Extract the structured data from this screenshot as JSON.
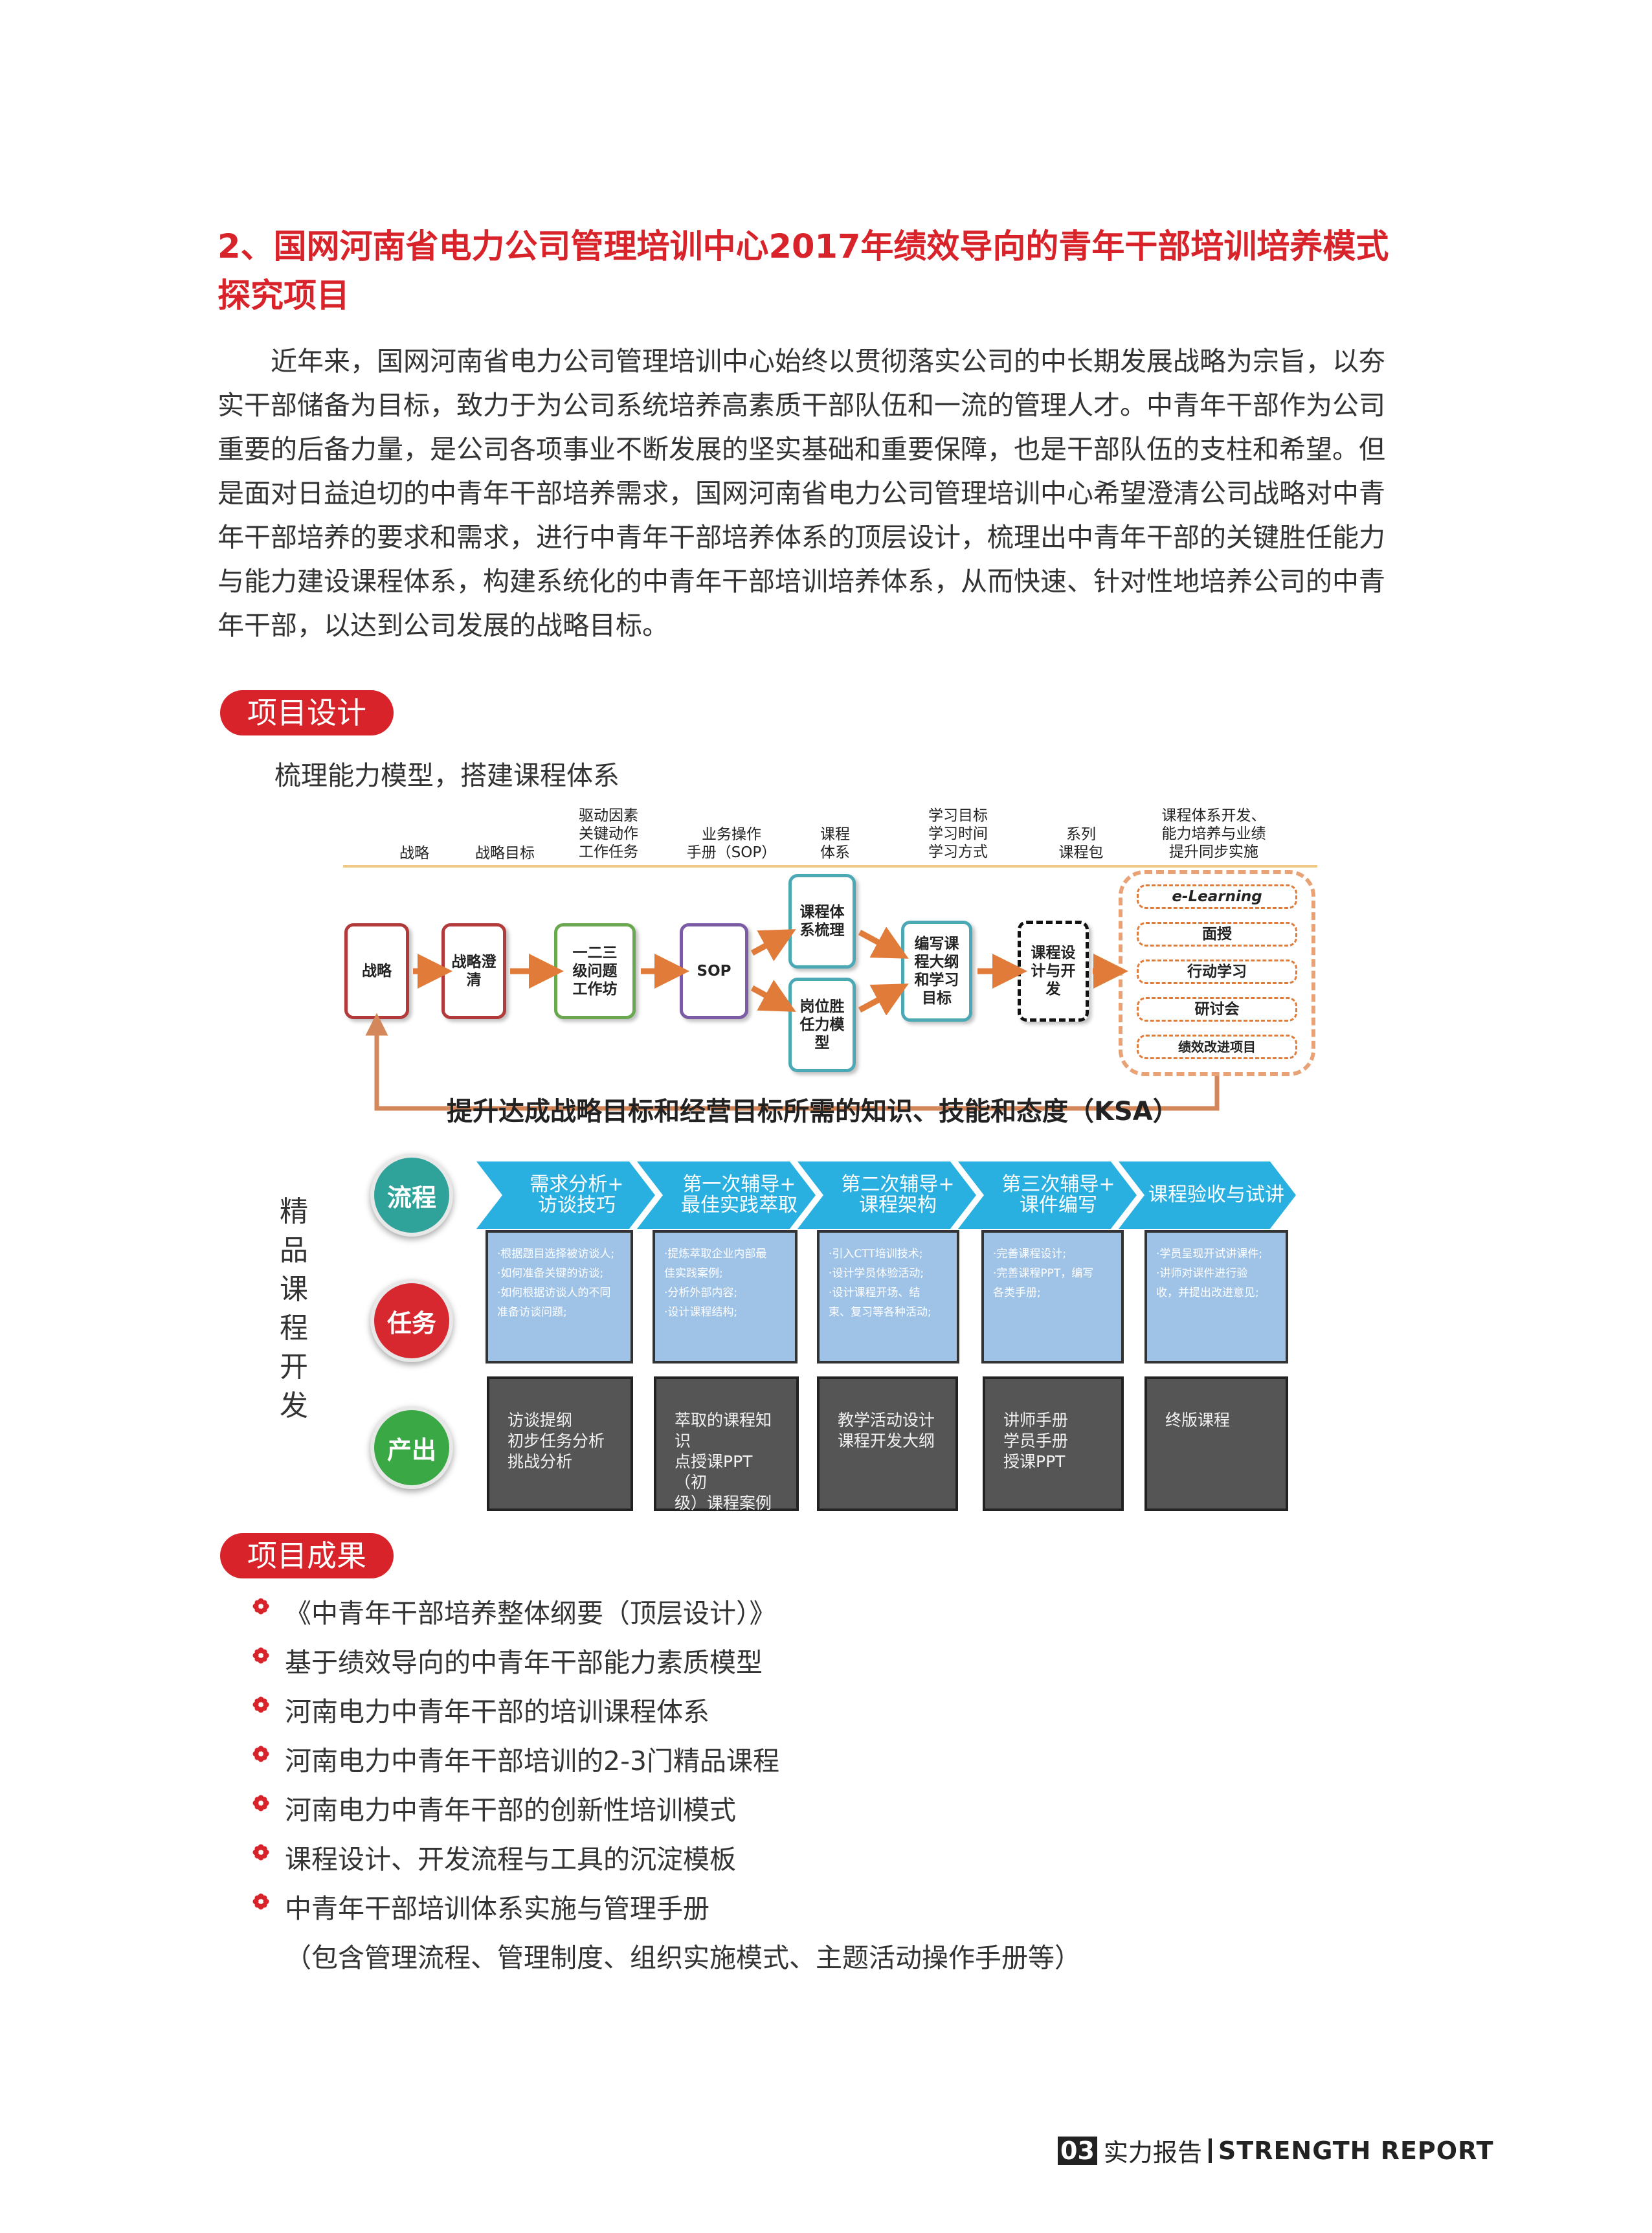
{
  "title_lines": [
    "2、国网河南省电力公司管理培训中心2017年绩效导向的青年干部培训培养模式",
    "探究项目"
  ],
  "paragraph_lines": [
    "　　近年来，国网河南省电力公司管理培训中心始终以贯彻落实公司的中长期发展战略为宗旨，以夯",
    "实干部储备为目标，致力于为公司系统培养高素质干部队伍和一流的管理人才。中青年干部作为公司",
    "重要的后备力量，是公司各项事业不断发展的坚实基础和重要保障，也是干部队伍的支柱和希望。但",
    "是面对日益迫切的中青年干部培养需求，国网河南省电力公司管理培训中心希望澄清公司战略对中青",
    "年干部培养的要求和需求，进行中青年干部培养体系的顶层设计，梳理出中青年干部的关键胜任能力",
    "与能力建设课程体系，构建系统化的中青年干部培训培养体系，从而快速、针对性地培养公司的中青",
    "年干部，以达到公司发展的战略目标。"
  ],
  "section1": {
    "label": "项目设计",
    "subhead": "梳理能力模型，搭建课程体系"
  },
  "diagram1": {
    "headers": [
      "战略",
      "战略目标",
      "驱动因素\n关键动作\n工作任务",
      "业务操作\n手册（SOP）",
      "课程\n体系",
      "学习目标\n学习时间\n学习方式",
      "系列\n课程包",
      "课程体系开发、\n能力培养与业绩\n提升同步实施"
    ],
    "boxes": {
      "strategy": "战略",
      "clarify": "战略澄\n清",
      "workshop": "一二三\n级问题\n工作坊",
      "sop": "SOP",
      "course_sort": "课程体\n系梳理",
      "post_model": "岗位胜\n任力模\n型",
      "outline": "编写课\n程大纲\n和学习\n目标",
      "design": "课程设\n计与开\n发"
    },
    "package_items": [
      "e-Learning",
      "面授",
      "行动学习",
      "研讨会",
      "绩效改进项目"
    ],
    "ksa": "提升达成战略目标和经营目标所需的知识、技能和态度（KSA）",
    "colors": {
      "red_border": "#b33a3a",
      "teal": "#4aa9b5",
      "green": "#6aa84f",
      "purple": "#7b5aa6",
      "orange": "#e07b39",
      "feedback": "#d4875a"
    }
  },
  "diagram2": {
    "vertical_label": [
      "精",
      "品",
      "课",
      "程",
      "开",
      "发"
    ],
    "rows": {
      "flow": "流程",
      "task": "任务",
      "output": "产出"
    },
    "flow_steps": [
      "需求分析+\n访谈技巧",
      "第一次辅导+\n最佳实践萃取",
      "第二次辅导+\n课程架构",
      "第三次辅导+\n课件编写",
      "课程验收与试讲"
    ],
    "tasks": [
      "·根据题目选择被访谈人;\n·如何准备关键的访谈;\n·如何根据访谈人的不同\n  准备访谈问题;",
      "·提炼萃取企业内部最\n  佳实践案例;\n·分析外部内容;\n·设计课程结构;",
      "·引入CTT培训技术;\n·设计学员体验活动;\n·设计课程开场、结\n  束、复习等各种活动;",
      "·完善课程设计;\n·完善课程PPT，编写\n  各类手册;",
      "·学员呈现开试讲课件;\n·讲师对课件进行验\n  收，并提出改进意见;"
    ],
    "outputs": [
      "访谈提纲\n初步任务分析\n挑战分析",
      "萃取的课程知识\n点授课PPT（初\n级）课程案例",
      "教学活动设计\n课程开发大纲",
      "讲师手册\n学员手册\n授课PPT",
      "终版课程"
    ],
    "colors": {
      "flow_circle": "#2fa39a",
      "task_circle": "#d7282f",
      "output_circle": "#3aa845",
      "chevron": "#2ab0e0",
      "task_bg": "#9fc3e7",
      "output_bg": "#555555"
    }
  },
  "section2": {
    "label": "项目成果",
    "items": [
      "《中青年干部培养整体纲要（顶层设计）》",
      "基于绩效导向的中青年干部能力素质模型",
      "河南电力中青年干部的培训课程体系",
      "河南电力中青年干部培训的2-3门精品课程",
      "河南电力中青年干部的创新性培训模式",
      "课程设计、开发流程与工具的沉淀模板",
      "中青年干部培训体系实施与管理手册"
    ],
    "note": "（包含管理流程、管理制度、组织实施模式、主题活动操作手册等）"
  },
  "footer": {
    "page": "03",
    "cn": "实力报告",
    "en": "STRENGTH REPORT"
  },
  "accent": "#d8232a"
}
